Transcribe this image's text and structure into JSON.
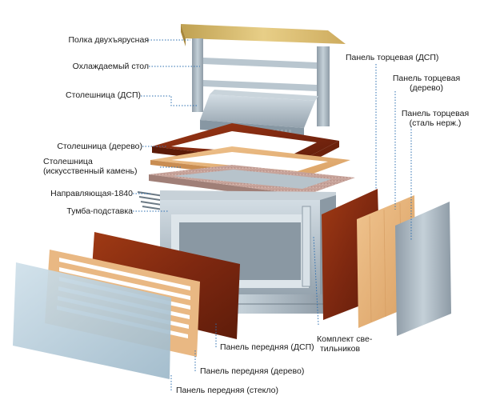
{
  "labels": {
    "shelf": "Полка двухъярусная",
    "cooled_table": "Охлаждаемый стол",
    "countertop_chipboard": "Столешница (ДСП)",
    "countertop_wood": "Столешница (дерево)",
    "countertop_stone_1": "Столешница",
    "countertop_stone_2": "(искусственный камень)",
    "guide_rail": "Направляющая-1840",
    "base_cabinet": "Тумба-подставка",
    "end_panel_chipboard": "Панель торцевая (ДСП)",
    "end_panel_wood_1": "Панель торцевая",
    "end_panel_wood_2": "(дерево)",
    "end_panel_steel_1": "Панель торцевая",
    "end_panel_steel_2": "(сталь нерж.)",
    "lighting_kit_1": "Комплект све-",
    "lighting_kit_2": "тильников",
    "front_panel_chipboard": "Панель передняя (ДСП)",
    "front_panel_wood": "Панель передняя (дерево)",
    "front_panel_glass": "Панель передняя (стекло)"
  },
  "colors": {
    "leader": "#2d6fb0",
    "steel": "#a9b6c0",
    "steel_dark": "#7e8c97",
    "mahogany": "#8a2e12",
    "light_wood": "#e6b27c",
    "stone": "#c9a8a0",
    "glass": "#b9cfdc",
    "brass": "#c7a54f"
  }
}
